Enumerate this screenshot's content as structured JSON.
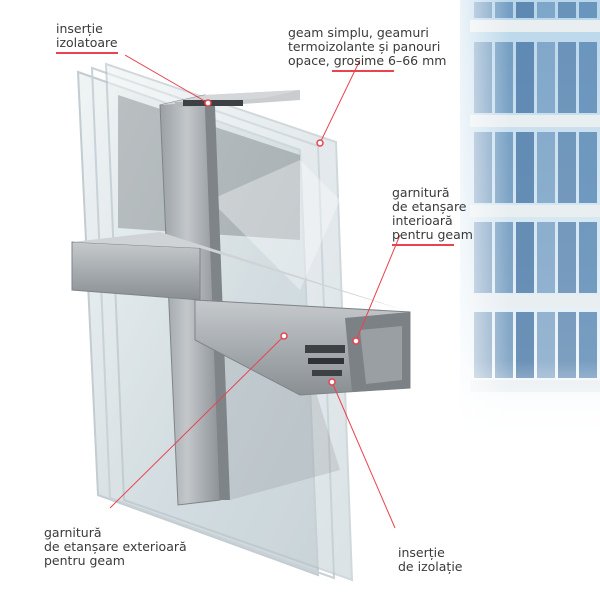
{
  "labels": {
    "top_left": "inserție\nizolatoare",
    "top_right": "geam simplu, geamuri\ntermoizolante și panouri\nopace, grosime 6–66 mm",
    "right": "garnitură\nde etanșare\ninterioară\npentru geam",
    "bottom_left": "garnitură\nde etanșare exterioară\npentru geam",
    "bottom_right": "inserție\nde izolație"
  },
  "colors": {
    "accent": "#e8434f",
    "text": "#3a3a3a",
    "profile": "#a9adb1",
    "profile_dark": "#7f8488",
    "glass": "#dbe6ea",
    "sky": "#cfe3f0",
    "building_glass": "#3f6fa0"
  }
}
